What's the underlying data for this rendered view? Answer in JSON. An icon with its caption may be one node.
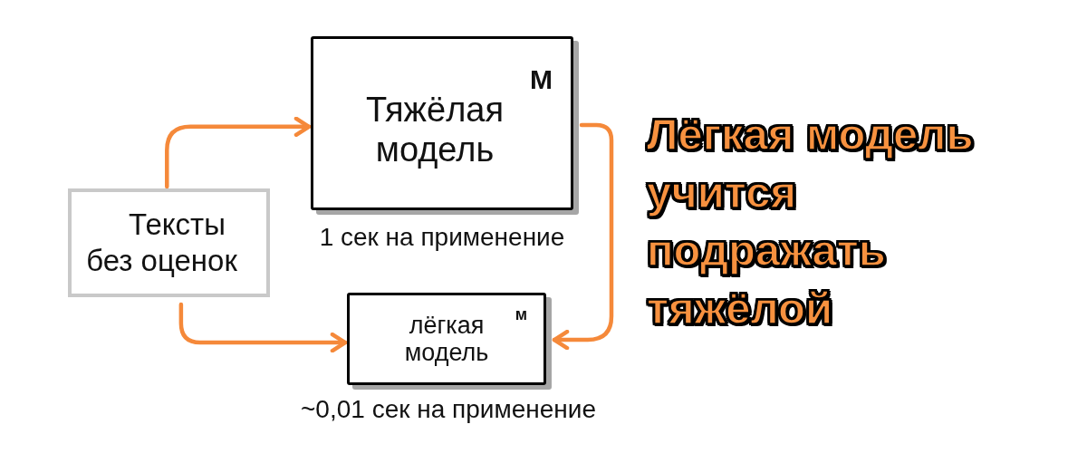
{
  "diagram": {
    "nodes": [
      {
        "text": [
          "Тексты без оценок"
        ]
      },
      {
        "text": [
          "Тяжёлая модель",
          "М"
        ],
        "beside": [
          "1 сек на применение"
        ]
      },
      {
        "text": [
          "лёгкая модель",
          "м"
        ],
        "beside": [
          "~0,01 сек на применение"
        ]
      }
    ],
    "edges": [
      {
        "from": 0,
        "to": 1,
        "arrow": "to"
      },
      {
        "from": 0,
        "to": 2,
        "arrow": "to"
      },
      {
        "from": 1,
        "to": 2,
        "arrow": "to"
      }
    ],
    "labels": [
      "Лёгкая модель учится подражать тяжёлой"
    ]
  }
}
